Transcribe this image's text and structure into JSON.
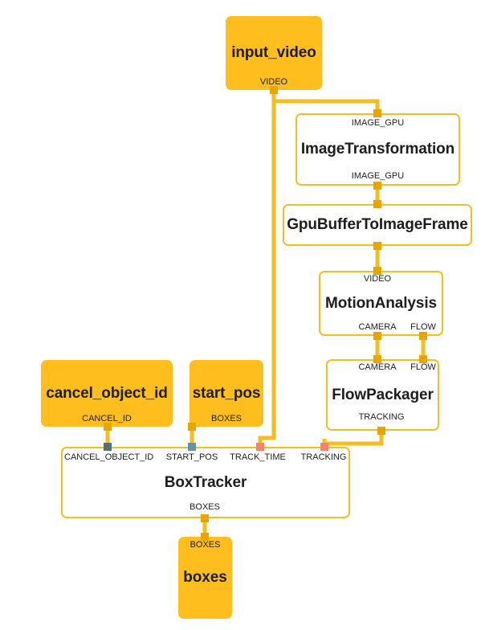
{
  "diagram": {
    "type": "dataflow-graph",
    "title": "",
    "colors": {
      "edge": "#F5BD1F",
      "calculator_border": "#F5BD1F",
      "calculator_fill": "#FFFFFF",
      "stream_fill": "#FDBE1E",
      "connector_yellow": "#E8A400",
      "connector_slate": "#546E7A",
      "connector_steel": "#5E94AE",
      "connector_coral": "#F4826E",
      "background": "#FFFFFF",
      "text": "#1D1D1D"
    },
    "nodes": [
      {
        "id": "input_video",
        "label": "input_video",
        "kind": "stream",
        "inputs": [],
        "outputs": [
          "VIDEO"
        ]
      },
      {
        "id": "image_transformation",
        "label": "ImageTransformation",
        "kind": "calculator",
        "inputs": [
          "IMAGE_GPU"
        ],
        "outputs": [
          "IMAGE_GPU"
        ]
      },
      {
        "id": "gpu_buffer_to_image_frame",
        "label": "GpuBufferToImageFrame",
        "kind": "calculator",
        "inputs": [
          ""
        ],
        "outputs": [
          ""
        ]
      },
      {
        "id": "motion_analysis",
        "label": "MotionAnalysis",
        "kind": "calculator",
        "inputs": [
          "VIDEO"
        ],
        "outputs": [
          "CAMERA",
          "FLOW"
        ]
      },
      {
        "id": "flow_packager",
        "label": "FlowPackager",
        "kind": "calculator",
        "inputs": [
          "CAMERA",
          "FLOW"
        ],
        "outputs": [
          "TRACKING"
        ]
      },
      {
        "id": "cancel_object_id",
        "label": "cancel_object_id",
        "kind": "stream",
        "inputs": [],
        "outputs": [
          "CANCEL_ID"
        ]
      },
      {
        "id": "start_pos",
        "label": "start_pos",
        "kind": "stream",
        "inputs": [],
        "outputs": [
          "BOXES"
        ]
      },
      {
        "id": "box_tracker",
        "label": "BoxTracker",
        "kind": "calculator",
        "inputs": [
          "CANCEL_OBJECT_ID",
          "START_POS",
          "TRACK_TIME",
          "TRACKING"
        ],
        "outputs": [
          "BOXES"
        ]
      },
      {
        "id": "boxes",
        "label": "boxes",
        "kind": "stream",
        "inputs": [
          "BOXES"
        ],
        "outputs": []
      }
    ],
    "edges": [
      {
        "from": "input_video.VIDEO",
        "to": "image_transformation.IMAGE_GPU"
      },
      {
        "from": "input_video.VIDEO",
        "to": "box_tracker.TRACK_TIME"
      },
      {
        "from": "image_transformation.IMAGE_GPU",
        "to": "gpu_buffer_to_image_frame"
      },
      {
        "from": "gpu_buffer_to_image_frame",
        "to": "motion_analysis.VIDEO"
      },
      {
        "from": "motion_analysis.CAMERA",
        "to": "flow_packager.CAMERA"
      },
      {
        "from": "motion_analysis.FLOW",
        "to": "flow_packager.FLOW"
      },
      {
        "from": "flow_packager.TRACKING",
        "to": "box_tracker.TRACKING"
      },
      {
        "from": "cancel_object_id.CANCEL_ID",
        "to": "box_tracker.CANCEL_OBJECT_ID"
      },
      {
        "from": "start_pos.BOXES",
        "to": "box_tracker.START_POS"
      },
      {
        "from": "box_tracker.BOXES",
        "to": "boxes.BOXES"
      }
    ]
  },
  "labels": {
    "input_video": "input_video",
    "image_transformation": "ImageTransformation",
    "gpu_buffer_to_image_frame": "GpuBufferToImageFrame",
    "motion_analysis": "MotionAnalysis",
    "flow_packager": "FlowPackager",
    "cancel_object_id": "cancel_object_id",
    "start_pos": "start_pos",
    "box_tracker": "BoxTracker",
    "boxes": "boxes"
  },
  "ports": {
    "video": "VIDEO",
    "image_gpu_in": "IMAGE_GPU",
    "image_gpu_out": "IMAGE_GPU",
    "motion_video_in": "VIDEO",
    "motion_camera_out": "CAMERA",
    "motion_flow_out": "FLOW",
    "flow_camera_in": "CAMERA",
    "flow_flow_in": "FLOW",
    "flow_tracking_out": "TRACKING",
    "cancel_id": "CANCEL_ID",
    "start_pos_boxes": "BOXES",
    "bt_cancel_object_id": "CANCEL_OBJECT_ID",
    "bt_start_pos": "START_POS",
    "bt_track_time": "TRACK_TIME",
    "bt_tracking": "TRACKING",
    "bt_boxes_out": "BOXES",
    "boxes_in": "BOXES"
  }
}
